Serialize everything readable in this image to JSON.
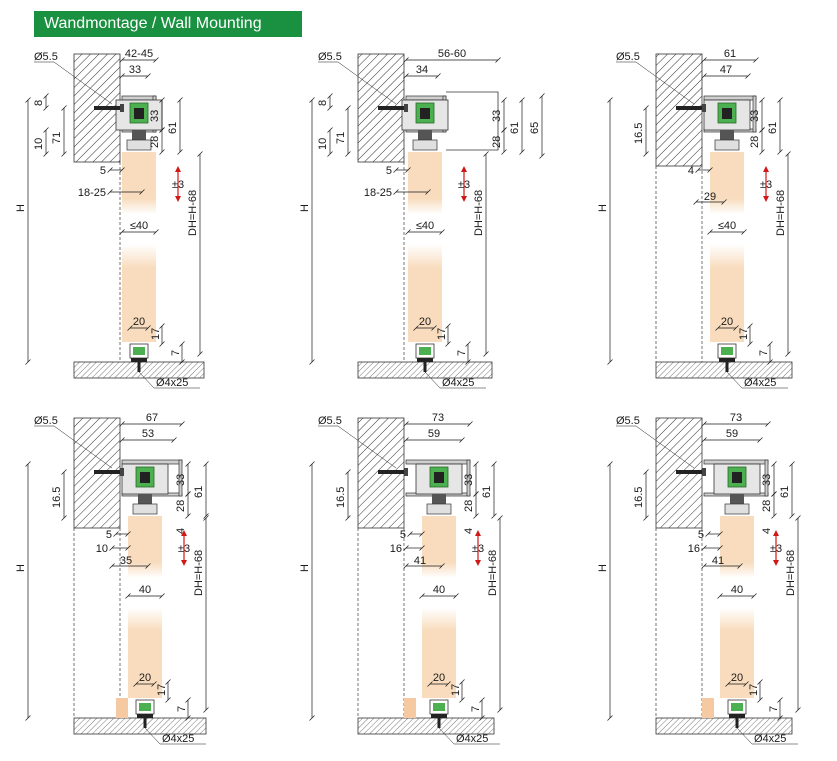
{
  "header": {
    "title": "Wandmontage / Wall Mounting"
  },
  "colors": {
    "header_bg": "#1a9140",
    "header_text": "#ffffff",
    "door_panel": "#f8dcbd",
    "wood_block": "#f5c9a2",
    "roller_green": "#4caf50",
    "arrow_red": "#d01818",
    "hatch": "#333333",
    "line": "#1a1a1a"
  },
  "icons": [
    "screw-icon",
    "roller-carriage-icon",
    "bottom-guide-icon",
    "double-arrow-icon"
  ],
  "panels": [
    {
      "id": "top-left",
      "dims": {
        "screw": "Ø5.5",
        "track_width": "42-45",
        "profile": "33",
        "screw_height": "8",
        "upper": "71",
        "lower": "10",
        "carriage": "33",
        "rail": "28",
        "total": "61",
        "gap": "5",
        "door_thickness": "18-25",
        "adjust": "±3",
        "door_max": "≤40",
        "height": "H",
        "door_height": "DH=H-68",
        "guide_width": "20",
        "guide_height": "17",
        "floor_gap": "7",
        "floor_screw": "Ø4x25"
      }
    },
    {
      "id": "top-middle",
      "dims": {
        "screw": "Ø5.5",
        "track_width": "56-60",
        "profile": "34",
        "screw_height": "8",
        "upper": "71",
        "lower": "10",
        "carriage": "33",
        "rail": "28",
        "total": "61",
        "total_outer": "65",
        "gap": "5",
        "door_thickness": "18-25",
        "adjust": "±3",
        "door_max": "≤40",
        "height": "H",
        "door_height": "DH=H-68",
        "guide_width": "20",
        "guide_height": "17",
        "floor_gap": "7",
        "floor_screw": "Ø4x25"
      }
    },
    {
      "id": "top-right",
      "dims": {
        "screw": "Ø5.5",
        "track_width": "61",
        "profile": "47",
        "upper": "16.5",
        "carriage": "33",
        "rail": "28",
        "total": "61",
        "offset": "29",
        "gap": "4",
        "adjust": "±3",
        "door_max": "≤40",
        "height": "H",
        "door_height": "DH=H-68",
        "guide_width": "20",
        "guide_height": "17",
        "floor_gap": "7",
        "floor_screw": "Ø4x25"
      }
    },
    {
      "id": "bottom-left",
      "dims": {
        "screw": "Ø5.5",
        "track_width": "67",
        "profile": "53",
        "upper": "16.5",
        "carriage": "33",
        "rail": "28",
        "total": "61",
        "gap_top": "4",
        "gap": "5",
        "door_gap": "10",
        "door_offset": "35",
        "adjust": "±3",
        "door_width": "40",
        "height": "H",
        "door_height": "DH=H-68",
        "guide_width": "20",
        "guide_height": "17",
        "floor_gap": "7",
        "floor_screw": "Ø4x25"
      }
    },
    {
      "id": "bottom-middle",
      "dims": {
        "screw": "Ø5.5",
        "track_width": "73",
        "profile": "59",
        "upper": "16.5",
        "carriage": "33",
        "rail": "28",
        "total": "61",
        "gap_top": "4",
        "gap": "5",
        "door_gap": "16",
        "door_offset": "41",
        "adjust": "±3",
        "door_width": "40",
        "height": "H",
        "door_height": "DH=H-68",
        "guide_width": "20",
        "guide_height": "17",
        "floor_gap": "7",
        "floor_screw": "Ø4x25"
      }
    },
    {
      "id": "bottom-right",
      "dims": {
        "screw": "Ø5.5",
        "track_width": "73",
        "profile": "59",
        "upper": "16.5",
        "carriage": "33",
        "rail": "28",
        "total": "61",
        "gap_top": "4",
        "gap": "5",
        "door_gap": "16",
        "door_offset": "41",
        "adjust": "±3",
        "door_width": "40",
        "height": "H",
        "door_height": "DH=H-68",
        "guide_width": "20",
        "guide_height": "17",
        "floor_gap": "7",
        "floor_screw": "Ø4x25"
      }
    }
  ]
}
